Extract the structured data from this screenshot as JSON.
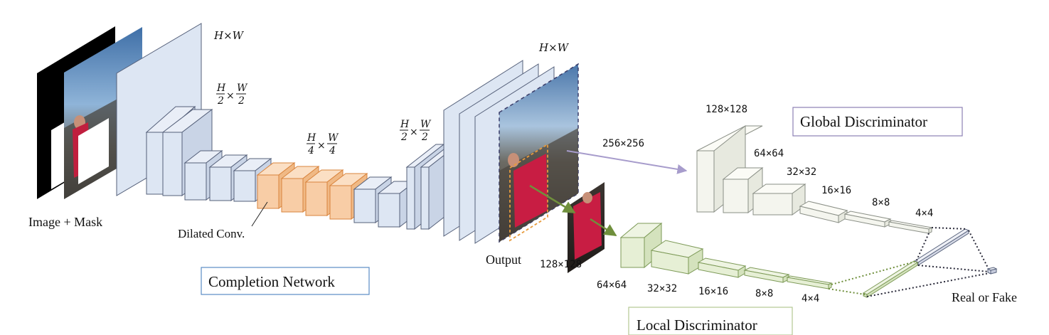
{
  "colors": {
    "encoder_fill": "#dde6f3",
    "encoder_stroke": "#55607a",
    "dilated_fill": "#f8cda6",
    "dilated_stroke": "#d9843d",
    "global_fill": "#f4f5ee",
    "global_stroke": "#8a8f86",
    "local_fill": "#e6efd5",
    "local_stroke": "#7d9a57",
    "global_arrow": "#a79ccc",
    "local_arrow": "#6f8f3c",
    "frame_blue": "#5b8cc4",
    "frame_purple": "#8d80b5",
    "frame_green": "#b4c893",
    "crop_dash": "#e79a3c"
  },
  "labels": {
    "input": "Image + Mask",
    "dilated": "Dilated Conv.",
    "completion_network": "Completion Network",
    "output": "Output",
    "global_discriminator": "Global Discriminator",
    "local_discriminator": "Local Discriminator",
    "real_or_fake": "Real or Fake"
  },
  "dims": {
    "hw_top": "H×W",
    "half_num_h": "H",
    "half_num_w": "W",
    "half_den": "2",
    "quarter_num_h": "H",
    "quarter_num_w": "W",
    "quarter_den": "4",
    "times": "×",
    "dec_half_num_h": "H",
    "dec_half_num_w": "W",
    "dec_half_den": "2",
    "hw_output": "H×W",
    "global_input": "256×256",
    "local_input": "128×128",
    "g_sizes": [
      "128×128",
      "64×64",
      "32×32",
      "16×16",
      "8×8",
      "4×4"
    ],
    "l_sizes": [
      "64×64",
      "32×32",
      "16×16",
      "8×8",
      "4×4"
    ]
  },
  "icons": [
    "input-photo",
    "mask",
    "output-photo",
    "local-crop-photo"
  ]
}
